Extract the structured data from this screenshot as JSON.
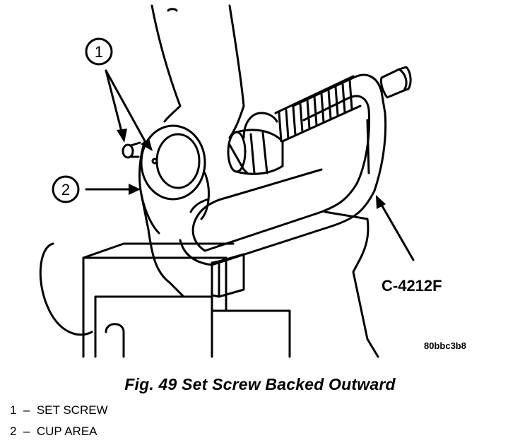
{
  "figure": {
    "caption": "Fig. 49 Set Screw Backed Outward",
    "tool_label": "C-4212F",
    "image_code": "80bbc3b8",
    "callouts": [
      {
        "number": "1",
        "text": "SET SCREW"
      },
      {
        "number": "2",
        "text": "CUP AREA"
      }
    ],
    "legend_separator": "–"
  }
}
